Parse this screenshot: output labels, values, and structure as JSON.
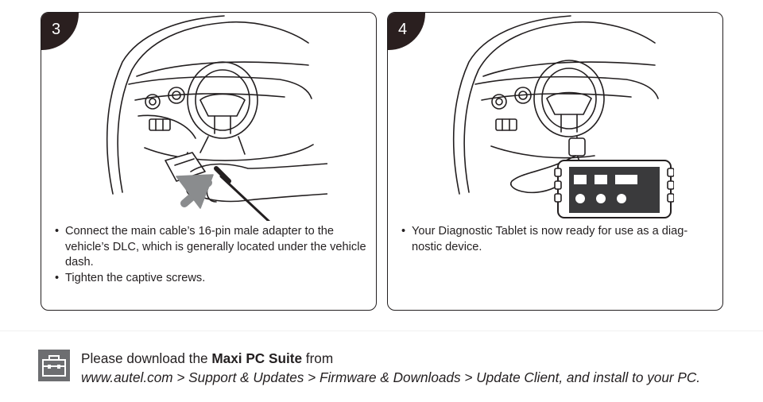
{
  "steps": [
    {
      "number": "3",
      "bullets": [
        "Connect the main cable’s 16-pin male adapter to the vehicle’s DLC, which is generally located under the vehicle dash.",
        "Tighten the captive screws."
      ]
    },
    {
      "number": "4",
      "bullets": [
        "Your Diagnostic Tablet is now ready for use as a diag-nostic device."
      ]
    }
  ],
  "note": {
    "icon": "toolbox-icon",
    "prefix": "Please download the ",
    "product": "Maxi PC Suite",
    "suffix": " from",
    "path": "www.autel.com > Support & Updates > Firmware & Downloads > Update Client, and install to your PC."
  },
  "colors": {
    "text": "#231f20",
    "badge": "#2a1f1f",
    "icon_bg": "#6d6e71"
  }
}
